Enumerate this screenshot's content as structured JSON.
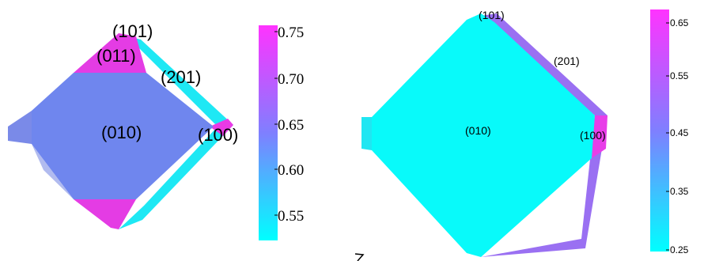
{
  "left_panel": {
    "face_labels": {
      "f101": "(101)",
      "f011": "(011)",
      "f201": "(201)",
      "f010": "(010)",
      "f100": "(100)"
    },
    "colorbar": {
      "ticks": [
        "0.75",
        "0.70",
        "0.65",
        "0.60",
        "0.55"
      ],
      "gradient_top": "#ff33ff",
      "gradient_mid": "#7f7fff",
      "gradient_bottom": "#00ffff"
    },
    "colors": {
      "face_010": "#6f86ee",
      "face_011": "#e43ce4",
      "face_201": "#1ee8f4",
      "face_100": "#ea3ae6",
      "edge_side": "#7a8ae8"
    }
  },
  "right_panel": {
    "face_labels": {
      "f101": "(101)",
      "f201": "(201)",
      "f010": "(010)",
      "f100": "(100)"
    },
    "colorbar": {
      "ticks": [
        "0.65",
        "0.55",
        "0.45",
        "0.35",
        "0.25"
      ],
      "gradient_top": "#ff33ff",
      "gradient_mid": "#7f7fff",
      "gradient_bottom": "#00ffff"
    },
    "colors": {
      "face_010": "#08fafa",
      "face_201": "#9a70f2",
      "face_100": "#e83ee8",
      "edge_side": "#20e6f2"
    }
  }
}
